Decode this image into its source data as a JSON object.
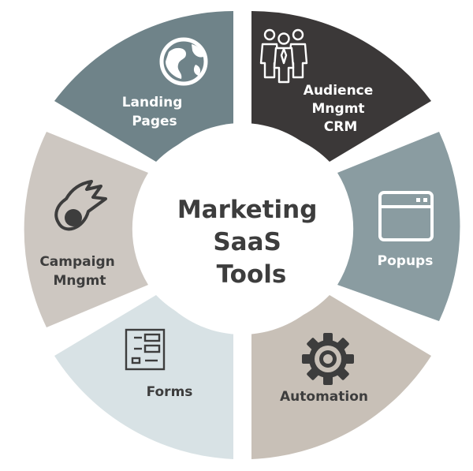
{
  "center": {
    "lines": [
      "Marketing",
      "SaaS",
      "Tools"
    ],
    "text_color": "#3d3d3d",
    "fill": "#ffffff"
  },
  "segments": [
    {
      "id": "landing-pages",
      "lines": [
        "Landing",
        "Pages"
      ],
      "icon": "globe-icon",
      "fill": "#6f8389",
      "text_color": "#ffffff"
    },
    {
      "id": "audience-crm",
      "lines": [
        "Audience",
        "Mngmt",
        "CRM"
      ],
      "icon": "people-icon",
      "fill": "#3b3838",
      "text_color": "#ffffff"
    },
    {
      "id": "popups",
      "lines": [
        "Popups"
      ],
      "icon": "browser-window-icon",
      "fill": "#8a9ca1",
      "text_color": "#ffffff"
    },
    {
      "id": "automation",
      "lines": [
        "Automation"
      ],
      "icon": "gear-icon",
      "fill": "#c8c0b7",
      "text_color": "#3d3d3d"
    },
    {
      "id": "forms",
      "lines": [
        "Forms"
      ],
      "icon": "form-icon",
      "fill": "#d8e2e5",
      "text_color": "#3d3d3d"
    },
    {
      "id": "campaign",
      "lines": [
        "Campaign",
        "Mngmt"
      ],
      "icon": "comet-icon",
      "fill": "#cdc7c1",
      "text_color": "#3d3d3d"
    }
  ]
}
